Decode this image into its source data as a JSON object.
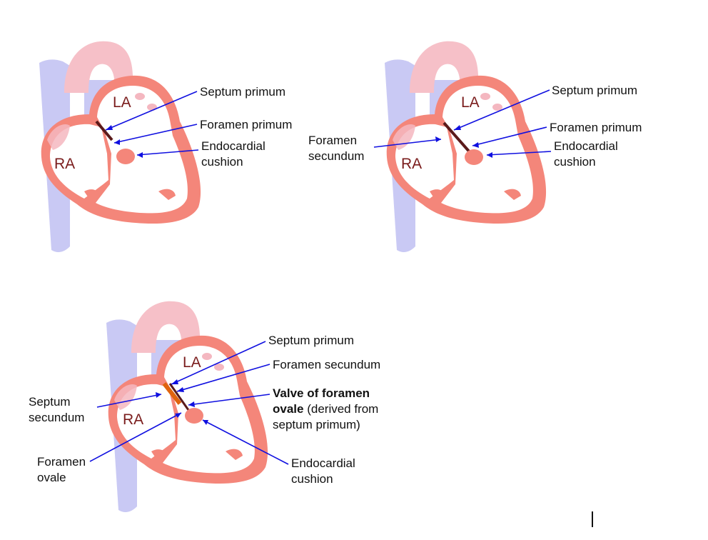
{
  "colors": {
    "vessel": "#c9c9f4",
    "aorta": "#f6c0c8",
    "vein_pink": "#f4b7c0",
    "heart": "#f4867a",
    "septum_dark": "#5a1a1a",
    "septum_orange": "#e0640e",
    "arrow": "#1010e0",
    "chamber_text": "#7a1c1c"
  },
  "panels": [
    {
      "chambers": {
        "la": "LA",
        "ra": "RA"
      },
      "labels": {
        "septum_primum": "Septum primum",
        "foramen_primum": "Foramen primum",
        "endocardial_cushion_line1": "Endocardial",
        "endocardial_cushion_line2": "cushion"
      }
    },
    {
      "chambers": {
        "la": "LA",
        "ra": "RA"
      },
      "labels": {
        "septum_primum": "Septum primum",
        "foramen_primum": "Foramen primum",
        "endocardial_cushion_line1": "Endocardial",
        "endocardial_cushion_line2": "cushion",
        "foramen_secundum_line1": "Foramen",
        "foramen_secundum_line2": "secundum"
      }
    },
    {
      "chambers": {
        "la": "LA",
        "ra": "RA"
      },
      "labels": {
        "septum_primum": "Septum primum",
        "foramen_secundum": "Foramen secundum",
        "valve_line1": "Valve of foramen",
        "valve_line2_bold": "ovale",
        "valve_line2_rest": " (derived from",
        "valve_line3": "septum primum)",
        "septum_secundum_line1": "Septum",
        "septum_secundum_line2": "secundum",
        "foramen_ovale_line1": "Foramen",
        "foramen_ovale_line2": "ovale",
        "endocardial_cushion_line1": "Endocardial",
        "endocardial_cushion_line2": "cushion"
      }
    }
  ]
}
